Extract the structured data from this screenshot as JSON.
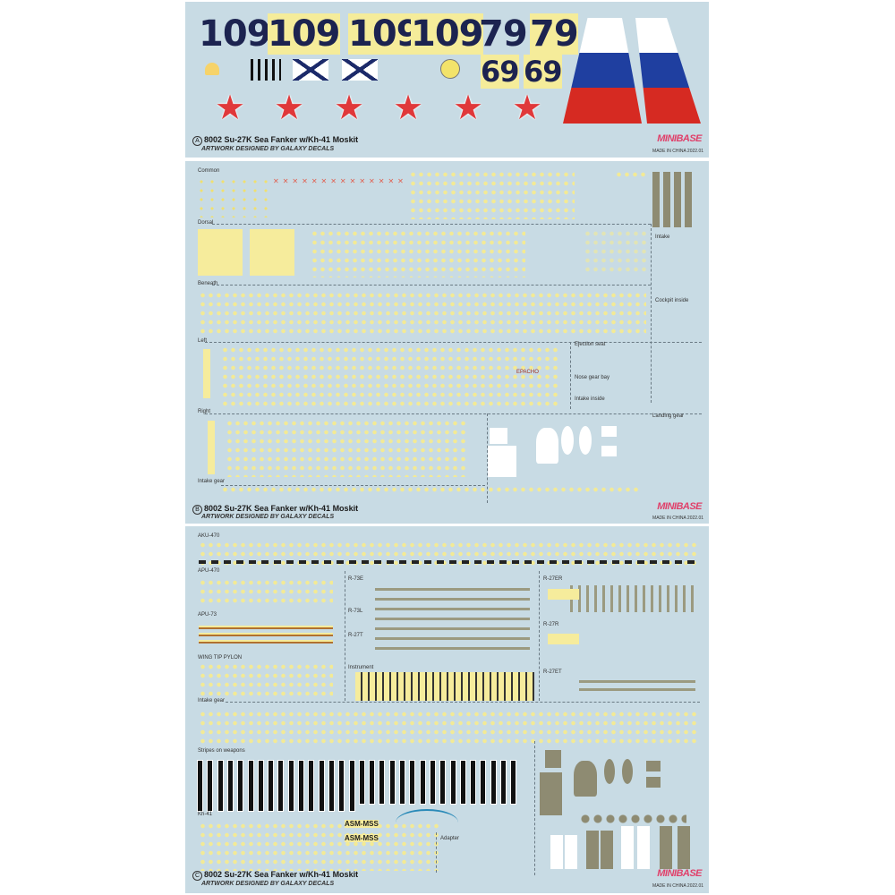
{
  "sheets": {
    "a": {
      "letter": "A",
      "numbers": [
        "109",
        "109",
        "109",
        "109",
        "79",
        "79",
        "69",
        "69"
      ],
      "title": "8002 Su-27K Sea Fanker w/Kh-41 Moskit",
      "credit": "ARTWORK DESIGNED BY GALAXY DECALS",
      "brand": "MINIBASE",
      "made": "MADE IN CHINA 2022.01"
    },
    "b": {
      "letter": "B",
      "sections": {
        "common": "Common",
        "dorsal": "Dorsal",
        "beneath": "Beneath",
        "left": "Left",
        "right": "Right",
        "intake_gear": "Intake gear",
        "intake": "Intake",
        "cockpit_inside": "Cockpit inside",
        "ejection_seat": "Ejection seat",
        "nose_gear_bay": "Nose gear bay",
        "intake_inside": "Intake inside",
        "landing_gear": "Landing gear"
      },
      "stencil": "EPACHO",
      "title": "8002 Su-27K Sea Fanker w/Kh-41 Moskit",
      "credit": "ARTWORK DESIGNED BY GALAXY DECALS",
      "brand": "MINIBASE",
      "made": "MADE IN CHINA 2022.01"
    },
    "c": {
      "letter": "C",
      "sections": {
        "aku470": "AKU-470",
        "apu470": "APU-470",
        "apu73": "APU-73",
        "wing_tip_pylon": "WING TIP PYLON",
        "intake_gear": "Intake gear",
        "stripes": "Stripes on weapons",
        "kh41": "Kh-41",
        "r73e": "R-73E",
        "r73l": "R-73L",
        "r27t": "R-27T",
        "instrument": "Instrument",
        "r27er": "R-27ER",
        "r27r": "R-27R",
        "r27et": "R-27ET",
        "adapter": "Adapter"
      },
      "asm": [
        "ASM-MSS",
        "ASM-MSS"
      ],
      "title": "8002 Su-27K Sea Fanker w/Kh-41 Moskit",
      "credit": "ARTWORK DESIGNED BY GALAXY DECALS",
      "brand": "MINIBASE",
      "made": "MADE IN CHINA 2022.01"
    }
  },
  "colors": {
    "sheet": "#c8dbe4",
    "navy": "#1c2350",
    "decal_yellow": "#f6ec9c",
    "star_red": "#e0383a",
    "flag_white": "#ffffff",
    "flag_blue": "#1f3fa0",
    "flag_red": "#d62a22",
    "grey": "#8e8b72"
  }
}
